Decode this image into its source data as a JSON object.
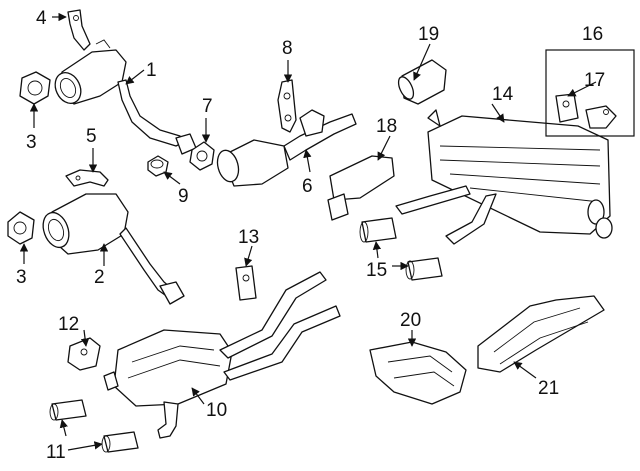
{
  "diagram": {
    "callouts": [
      {
        "id": "c1",
        "label": "1"
      },
      {
        "id": "c2",
        "label": "2"
      },
      {
        "id": "c3a",
        "label": "3"
      },
      {
        "id": "c3b",
        "label": "3"
      },
      {
        "id": "c4",
        "label": "4"
      },
      {
        "id": "c5",
        "label": "5"
      },
      {
        "id": "c6",
        "label": "6"
      },
      {
        "id": "c7",
        "label": "7"
      },
      {
        "id": "c8",
        "label": "8"
      },
      {
        "id": "c9",
        "label": "9"
      },
      {
        "id": "c10",
        "label": "10"
      },
      {
        "id": "c11",
        "label": "11"
      },
      {
        "id": "c12",
        "label": "12"
      },
      {
        "id": "c13",
        "label": "13"
      },
      {
        "id": "c14",
        "label": "14"
      },
      {
        "id": "c15",
        "label": "15"
      },
      {
        "id": "c16",
        "label": "16"
      },
      {
        "id": "c17",
        "label": "17"
      },
      {
        "id": "c18",
        "label": "18"
      },
      {
        "id": "c19",
        "label": "19"
      },
      {
        "id": "c20",
        "label": "20"
      },
      {
        "id": "c21",
        "label": "21"
      }
    ]
  }
}
